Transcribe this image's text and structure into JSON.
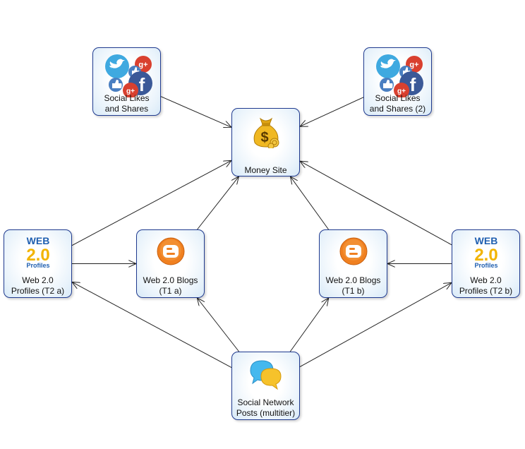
{
  "diagram": {
    "nodes": {
      "social_likes": {
        "label": "Social Likes\nand Shares",
        "icon": "social-likes-icon"
      },
      "social_likes_2": {
        "label": "Social Likes\nand Shares (2)",
        "icon": "social-likes-icon"
      },
      "money_site": {
        "label": "Money Site",
        "icon": "money-bag-icon"
      },
      "web20_profiles_t2a": {
        "label": "Web 2.0\nProfiles (T2 a)",
        "icon": "web20-profiles-icon",
        "icon_text": {
          "top": "WEB",
          "mid": "2.0",
          "bottom": "Profiles"
        }
      },
      "web20_blogs_t1a": {
        "label": "Web 2.0 Blogs\n(T1 a)",
        "icon": "blogger-icon"
      },
      "web20_blogs_t1b": {
        "label": "Web 2.0 Blogs\n(T1 b)",
        "icon": "blogger-icon"
      },
      "web20_profiles_t2b": {
        "label": "Web 2.0\nProfiles (T2 b)",
        "icon": "web20-profiles-icon",
        "icon_text": {
          "top": "WEB",
          "mid": "2.0",
          "bottom": "Profiles"
        }
      },
      "social_network_posts": {
        "label": "Social Network\nPosts (multitier)",
        "icon": "chat-bubbles-icon"
      }
    },
    "edges": [
      {
        "from": "social_likes",
        "to": "money_site"
      },
      {
        "from": "social_likes_2",
        "to": "money_site"
      },
      {
        "from": "web20_profiles_t2a",
        "to": "money_site"
      },
      {
        "from": "web20_profiles_t2a",
        "to": "web20_blogs_t1a"
      },
      {
        "from": "web20_blogs_t1a",
        "to": "money_site"
      },
      {
        "from": "web20_blogs_t1b",
        "to": "money_site"
      },
      {
        "from": "web20_profiles_t2b",
        "to": "money_site"
      },
      {
        "from": "web20_profiles_t2b",
        "to": "web20_blogs_t1b"
      },
      {
        "from": "social_network_posts",
        "to": "web20_profiles_t2a"
      },
      {
        "from": "social_network_posts",
        "to": "web20_blogs_t1a"
      },
      {
        "from": "social_network_posts",
        "to": "web20_blogs_t1b"
      },
      {
        "from": "social_network_posts",
        "to": "web20_profiles_t2b"
      }
    ],
    "colors": {
      "node_border": "#1f3a8f",
      "edge": "#222222",
      "twitter": "#3fa9e0",
      "google_plus": "#d9402f",
      "facebook": "#3b5998",
      "like": "#4a7fc1",
      "money_bag": "#f0b822",
      "blogger": "#f08020",
      "web20_blue": "#1f5fb0",
      "web20_gold": "#f2b400",
      "bubble_blue": "#45b8ee",
      "bubble_yellow": "#f6c22b"
    }
  }
}
